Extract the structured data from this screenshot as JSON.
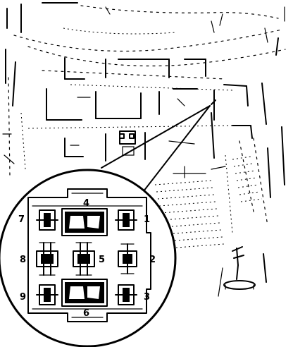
{
  "diagram": {
    "terminals": [
      {
        "id": "t7",
        "label": "7"
      },
      {
        "id": "t1",
        "label": "1"
      },
      {
        "id": "t8",
        "label": "8"
      },
      {
        "id": "t5",
        "label": "5"
      },
      {
        "id": "t2",
        "label": "2"
      },
      {
        "id": "t9",
        "label": "9"
      },
      {
        "id": "t3",
        "label": "3"
      },
      {
        "id": "t4",
        "label": "4"
      },
      {
        "id": "t6",
        "label": "6"
      }
    ]
  }
}
